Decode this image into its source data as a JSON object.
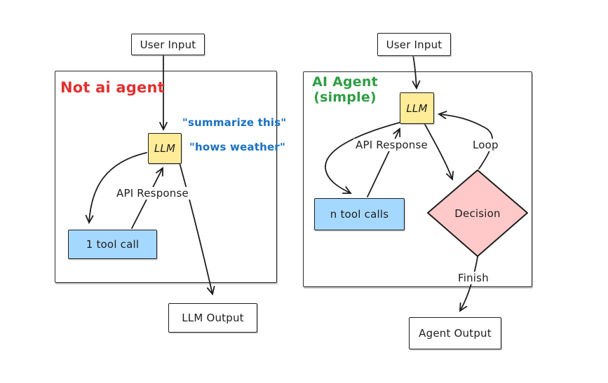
{
  "diagram": {
    "left": {
      "title": "Not ai agent",
      "user_input": "User Input",
      "llm": "LLM",
      "quote_1": "\"summarize this\"",
      "quote_2": "\"hows weather\"",
      "api_response": "API Response",
      "tool_call": "1 tool call",
      "output": "LLM Output"
    },
    "right": {
      "title_line_1": "AI Agent",
      "title_line_2": "(simple)",
      "user_input": "User Input",
      "llm": "LLM",
      "api_response": "API Response",
      "loop": "Loop",
      "tool_calls": "n tool calls",
      "decision": "Decision",
      "finish": "Finish",
      "output": "Agent Output"
    },
    "colors": {
      "ink": "#1e1e1e",
      "llm_fill": "#ffec99",
      "tool_call_fill": "#a5d8ff",
      "decision_fill": "#ffc9c9",
      "title_left": "#e03131",
      "title_right": "#2f9e44",
      "quote_text": "#1971c2"
    }
  }
}
